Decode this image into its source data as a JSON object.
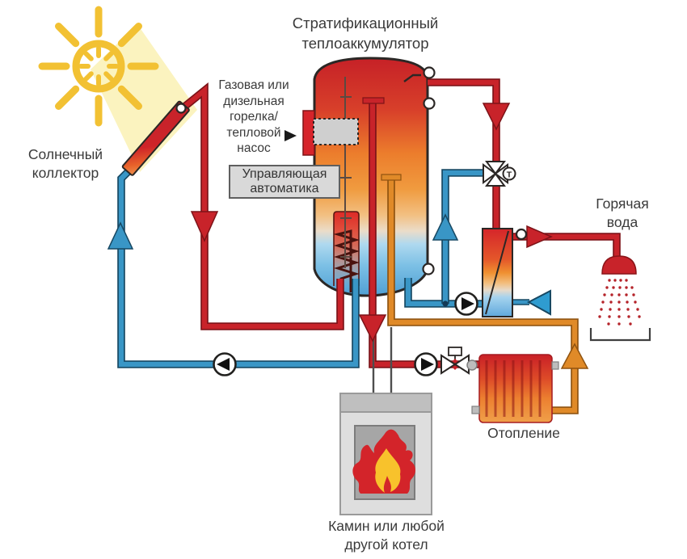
{
  "diagram": {
    "title": "Стратификационный\nтеплоаккумулятор",
    "labels": {
      "solar_collector": "Солнечный\nколлектор",
      "burner": "Газовая или\nдизельная\nгорелка/\nтепловой\nнасос",
      "control_unit": "Управляющая\nавтоматика",
      "hot_water": "Горячая\nвода",
      "heating": "Отопление",
      "boiler": "Камин или любой\nдругой котел",
      "valve_t": "T"
    },
    "colors": {
      "hot_pipe_red": "#c8232a",
      "cold_pipe_blue": "#3996c6",
      "return_pipe_orange": "#e08a28",
      "sun_yellow": "#f2c133",
      "sunbeam": "#fbf3bf",
      "tank_top": "#c62127",
      "tank_bottom": "#4f9fd3"
    }
  }
}
